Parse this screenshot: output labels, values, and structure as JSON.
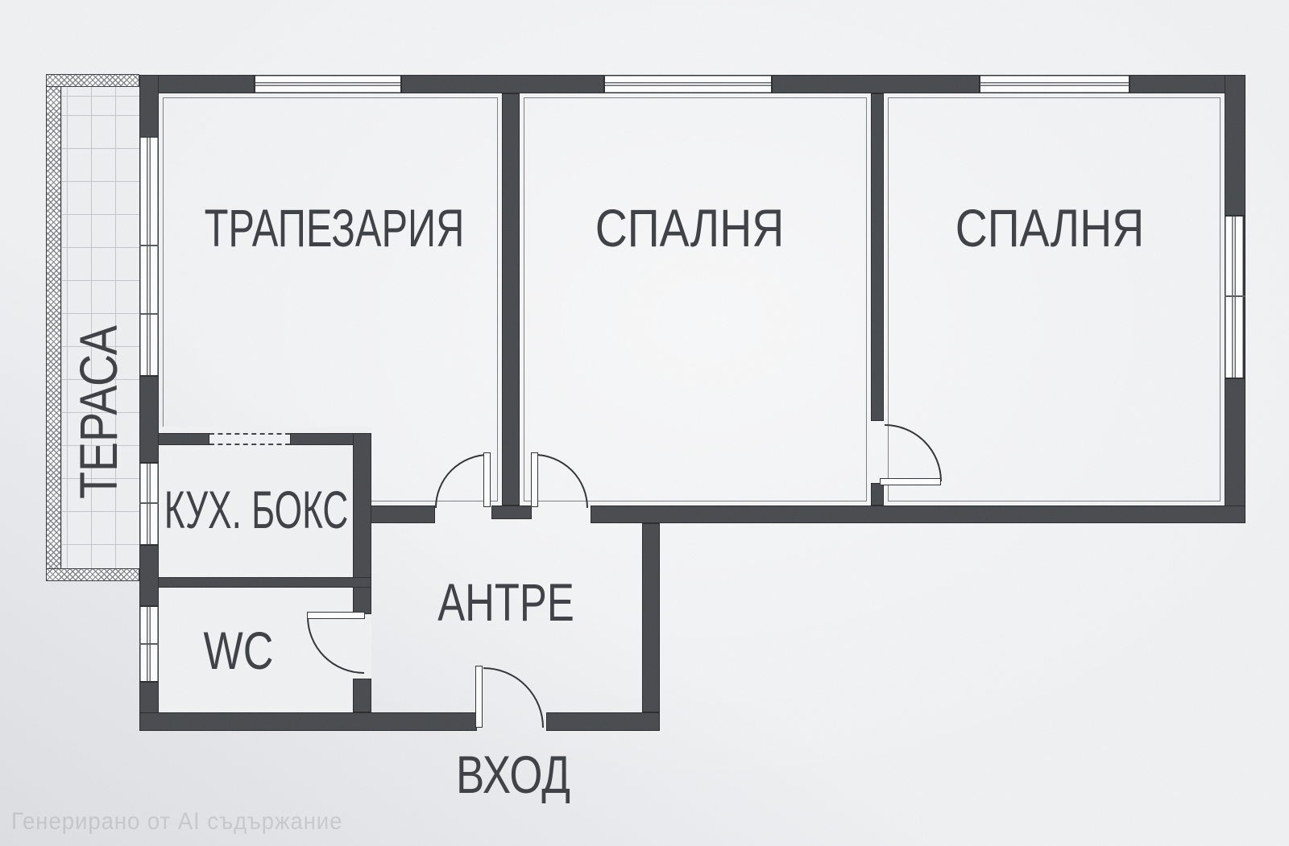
{
  "rooms": {
    "dining": "ТРАПЕЗАРИЯ",
    "bedroom1": "СПАЛНЯ",
    "bedroom2": "СПАЛНЯ",
    "terrace": "ТЕРАСА",
    "kitchen": "КУХ. БОКС",
    "wc": "WC",
    "hall": "АНТРЕ",
    "entrance": "ВХОД"
  },
  "watermark": "Генерирано от AI съдържание",
  "colors": {
    "paper": "#f1f2f4",
    "wall_fill": "#45484c",
    "wall_outline": "#26282a",
    "thin_line": "#2e3133",
    "inner_outline": "#7b7e82",
    "tile_grid": "#c3c6ca",
    "label_text": "#3a3d41"
  }
}
